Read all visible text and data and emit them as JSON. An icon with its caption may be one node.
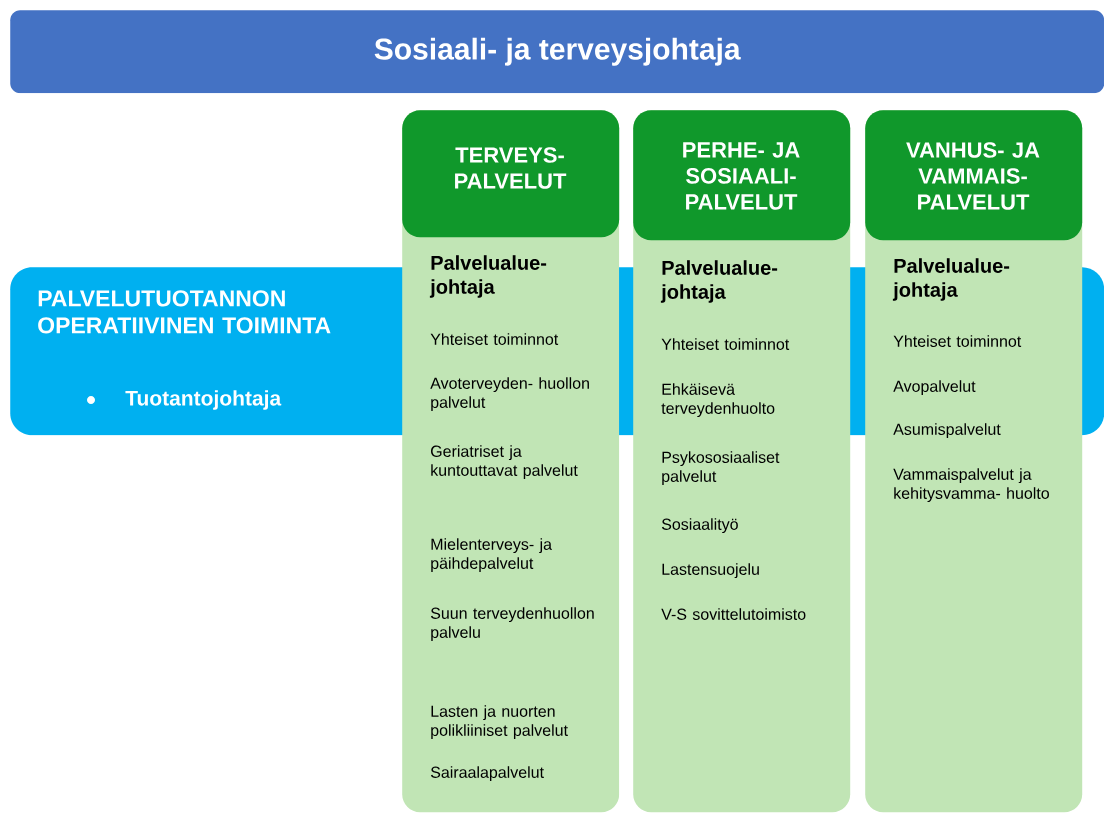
{
  "diagram": {
    "nodes": [
      {
        "text": [
          "Sosiaali- ja terveysjohtaja"
        ]
      },
      {
        "text": [
          "PALVELUTUOTANNON OPERATIIVINEN TOIMINTA",
          "Tuotantojohtaja"
        ]
      },
      {
        "text": [
          "Palvelualue- johtaja",
          "Yhteiset toiminnot",
          "Avoterveyden- huollon palvelut",
          "Geriatriset ja kuntouttavat palvelut",
          "Mielenterveys- ja päihdepalvelut",
          "Suun terveydenhuollon palvelu",
          "Lasten ja nuorten polikliiniset palvelut",
          "Sairaalapalvelut"
        ]
      },
      {
        "text": [
          "TERVEYS- PALVELUT"
        ],
        "in": 2
      },
      {
        "text": [
          "Palvelualue- johtaja",
          "Yhteiset toiminnot",
          "Ehkäisevä terveydenhuolto",
          "Psykososiaaliset palvelut",
          "Sosiaalityö",
          "Lastensuojelu",
          "V-S sovittelutoimisto"
        ]
      },
      {
        "text": [
          "PERHE- JA SOSIAALI- PALVELUT"
        ],
        "in": 4
      },
      {
        "text": [
          "Palvelualue- johtaja",
          "Yhteiset toiminnot",
          "Avopalvelut",
          "Asumispalvelut",
          "Vammaispalvelut ja kehitysvamma- huolto"
        ]
      },
      {
        "text": [
          "VANHUS- JA VAMMAIS- PALVELUT"
        ],
        "in": 6
      }
    ]
  }
}
